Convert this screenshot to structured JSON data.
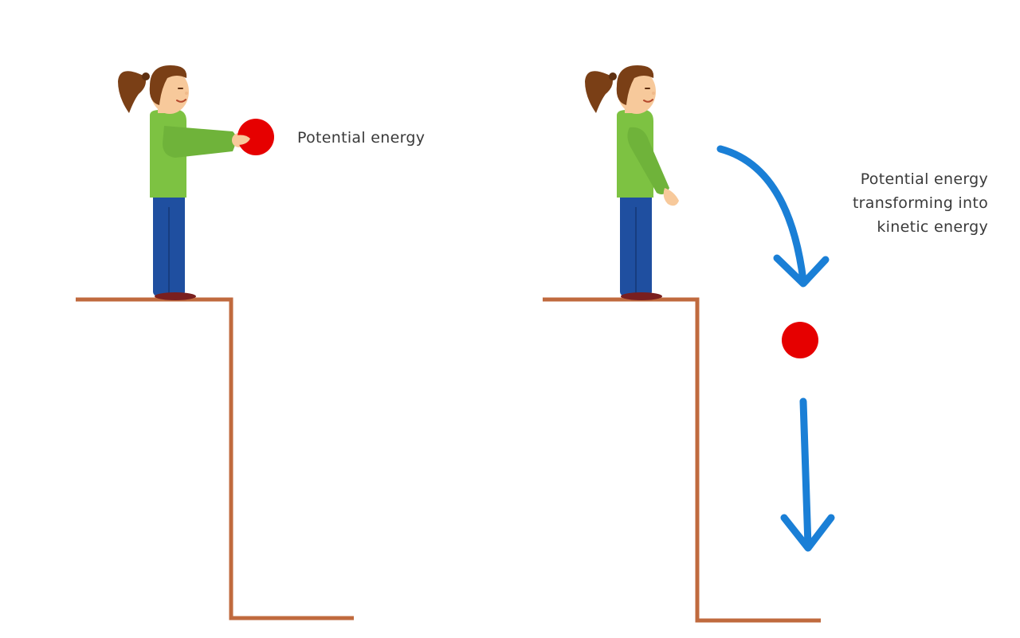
{
  "panels": [
    {
      "id": "holding",
      "caption": [
        "Potential energy"
      ]
    },
    {
      "id": "dropping",
      "caption": [
        "Potential energy",
        "transforming into",
        "kinetic energy"
      ]
    }
  ],
  "colors": {
    "cliff": "#c06a3e",
    "ball": "#e60000",
    "arrow": "#1a7fd6",
    "shirt": "#7dc242",
    "pants": "#1f4fa0",
    "hair": "#7a3f16",
    "skin": "#f7c99b",
    "shoes": "#7a1f1f",
    "text": "#3a3a3a"
  },
  "icons": [
    "girl-figure-icon",
    "ball-icon",
    "curved-arrow-icon",
    "down-arrow-icon"
  ]
}
